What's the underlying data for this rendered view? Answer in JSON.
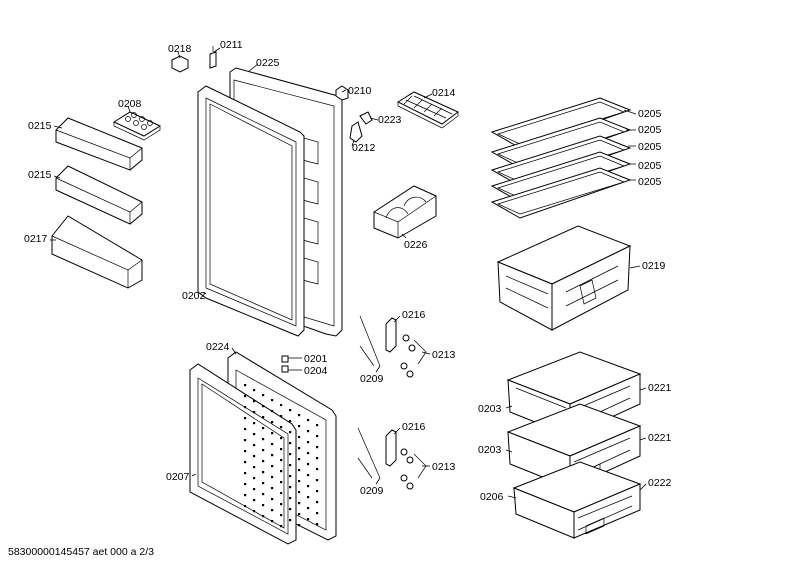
{
  "footer": "58300000145457 aet 000 a 2/3",
  "labels": {
    "p0218": "0218",
    "p0211": "0211",
    "p0225": "0225",
    "p0208": "0208",
    "p0215a": "0215",
    "p0215b": "0215",
    "p0217": "0217",
    "p0202": "0202",
    "p0210": "0210",
    "p0214": "0214",
    "p0223": "0223",
    "p0212": "0212",
    "p0226": "0226",
    "p0205a": "0205",
    "p0205b": "0205",
    "p0205c": "0205",
    "p0205d": "0205",
    "p0205e": "0205",
    "p0219": "0219",
    "p0224": "0224",
    "p0201": "0201",
    "p0204": "0204",
    "p0216a": "0216",
    "p0213a": "0213",
    "p0209a": "0209",
    "p0207": "0207",
    "p0216b": "0216",
    "p0213b": "0213",
    "p0209b": "0209",
    "p0221a": "0221",
    "p0221b": "0221",
    "p0222": "0222",
    "p0203a": "0203",
    "p0203b": "0203",
    "p0206": "0206"
  }
}
